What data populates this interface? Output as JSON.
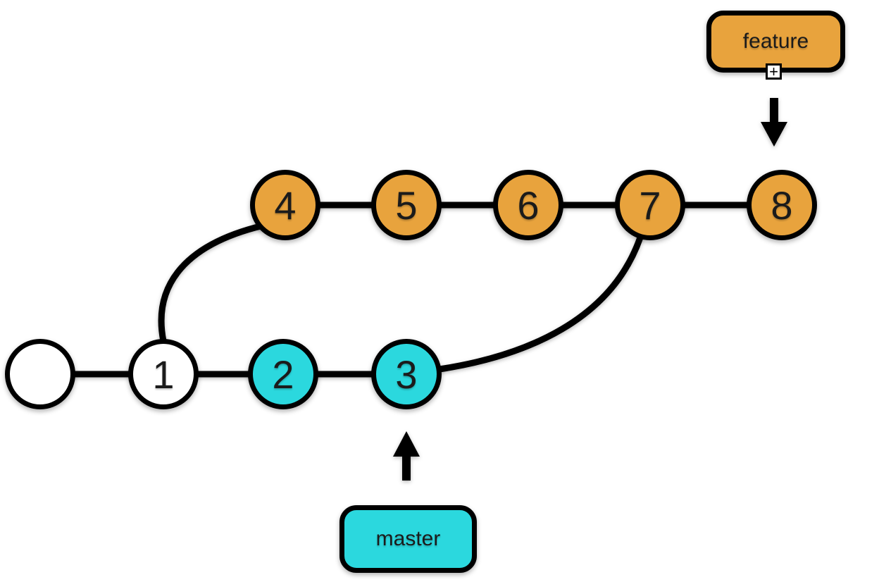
{
  "diagram": {
    "type": "git-commit-graph",
    "colors": {
      "feature_branch": "#E8A33D",
      "master_branch": "#2BD8DE",
      "unlabeled_commit": "#FFFFFF",
      "stroke": "#000000",
      "text": "#1B1B1B"
    },
    "commits": [
      {
        "label": "",
        "branch": "unlabeled"
      },
      {
        "label": "1",
        "branch": "unlabeled"
      },
      {
        "label": "2",
        "branch": "master"
      },
      {
        "label": "3",
        "branch": "master"
      },
      {
        "label": "4",
        "branch": "feature"
      },
      {
        "label": "5",
        "branch": "feature"
      },
      {
        "label": "6",
        "branch": "feature"
      },
      {
        "label": "7",
        "branch": "feature"
      },
      {
        "label": "8",
        "branch": "feature"
      }
    ],
    "branch_labels": {
      "feature": {
        "text": "feature",
        "points_to_commit": "8"
      },
      "master": {
        "text": "master",
        "points_to_commit": "3"
      }
    },
    "icons": {
      "expand_plus": "+"
    },
    "edges": [
      {
        "from": "",
        "to": "1",
        "kind": "straight"
      },
      {
        "from": "1",
        "to": "2",
        "kind": "straight"
      },
      {
        "from": "2",
        "to": "3",
        "kind": "straight"
      },
      {
        "from": "1",
        "to": "4",
        "kind": "branch-curve"
      },
      {
        "from": "4",
        "to": "5",
        "kind": "straight"
      },
      {
        "from": "5",
        "to": "6",
        "kind": "straight"
      },
      {
        "from": "6",
        "to": "7",
        "kind": "straight"
      },
      {
        "from": "3",
        "to": "7",
        "kind": "merge-curve"
      },
      {
        "from": "7",
        "to": "8",
        "kind": "straight"
      }
    ]
  }
}
